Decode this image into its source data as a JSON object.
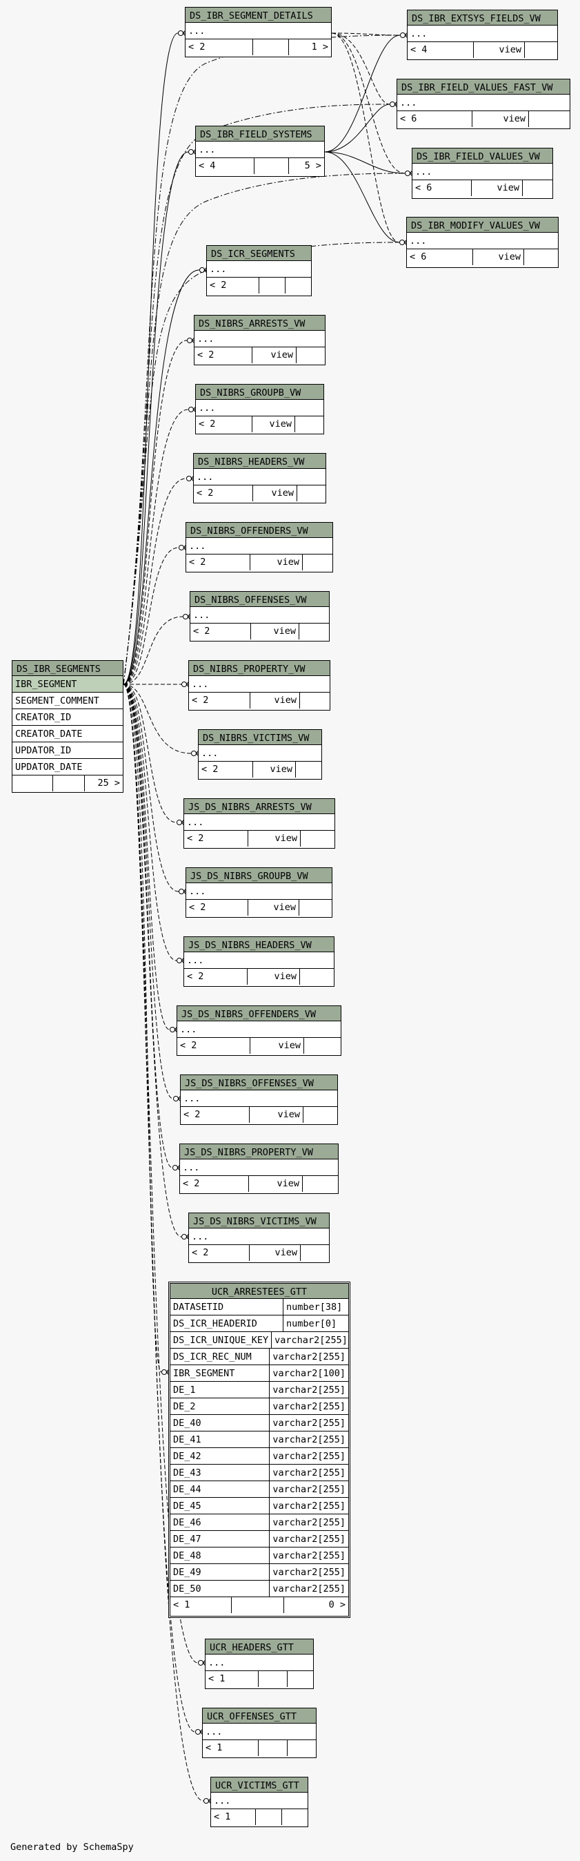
{
  "diagram": {
    "focus_table": {
      "name": "UCR_ARRESTEES_GTT",
      "columns": [
        {
          "name": "DATASETID",
          "type": "number[38]"
        },
        {
          "name": "DS_ICR_HEADERID",
          "type": "number[0]"
        },
        {
          "name": "DS_ICR_UNIQUE_KEY",
          "type": "varchar2[255]"
        },
        {
          "name": "DS_ICR_REC_NUM",
          "type": "varchar2[255]"
        },
        {
          "name": "IBR_SEGMENT",
          "type": "varchar2[100]"
        },
        {
          "name": "DE_1",
          "type": "varchar2[255]"
        },
        {
          "name": "DE_2",
          "type": "varchar2[255]"
        },
        {
          "name": "DE_40",
          "type": "varchar2[255]"
        },
        {
          "name": "DE_41",
          "type": "varchar2[255]"
        },
        {
          "name": "DE_42",
          "type": "varchar2[255]"
        },
        {
          "name": "DE_43",
          "type": "varchar2[255]"
        },
        {
          "name": "DE_44",
          "type": "varchar2[255]"
        },
        {
          "name": "DE_45",
          "type": "varchar2[255]"
        },
        {
          "name": "DE_46",
          "type": "varchar2[255]"
        },
        {
          "name": "DE_47",
          "type": "varchar2[255]"
        },
        {
          "name": "DE_48",
          "type": "varchar2[255]"
        },
        {
          "name": "DE_49",
          "type": "varchar2[255]"
        },
        {
          "name": "DE_50",
          "type": "varchar2[255]"
        }
      ],
      "footer": [
        "< 1",
        "",
        "0 >"
      ]
    },
    "segments_table": {
      "name": "DS_IBR_SEGMENTS",
      "columns": [
        "IBR_SEGMENT",
        "SEGMENT_COMMENT",
        "CREATOR_ID",
        "CREATOR_DATE",
        "UPDATOR_ID",
        "UPDATOR_DATE"
      ],
      "footer": [
        "",
        "",
        "25 >"
      ]
    },
    "tables": [
      {
        "name": "DS_IBR_SEGMENT_DETAILS",
        "row": "...",
        "footer": [
          "< 2",
          "",
          "1 >"
        ]
      },
      {
        "name": "DS_IBR_EXTSYS_FIELDS_VW",
        "row": "...",
        "footer": [
          "< 4",
          "view",
          ""
        ]
      },
      {
        "name": "DS_IBR_FIELD_VALUES_FAST_VW",
        "row": "...",
        "footer": [
          "< 6",
          "view",
          ""
        ]
      },
      {
        "name": "DS_IBR_FIELD_SYSTEMS",
        "row": "...",
        "footer": [
          "< 4",
          "",
          "5 >"
        ]
      },
      {
        "name": "DS_IBR_FIELD_VALUES_VW",
        "row": "...",
        "footer": [
          "< 6",
          "view",
          ""
        ]
      },
      {
        "name": "DS_IBR_MODIFY_VALUES_VW",
        "row": "...",
        "footer": [
          "< 6",
          "view",
          ""
        ]
      },
      {
        "name": "DS_ICR_SEGMENTS",
        "row": "...",
        "footer": [
          "< 2",
          "",
          ""
        ]
      },
      {
        "name": "DS_NIBRS_ARRESTS_VW",
        "row": "...",
        "footer": [
          "< 2",
          "view",
          ""
        ]
      },
      {
        "name": "DS_NIBRS_GROUPB_VW",
        "row": "...",
        "footer": [
          "< 2",
          "view",
          ""
        ]
      },
      {
        "name": "DS_NIBRS_HEADERS_VW",
        "row": "...",
        "footer": [
          "< 2",
          "view",
          ""
        ]
      },
      {
        "name": "DS_NIBRS_OFFENDERS_VW",
        "row": "...",
        "footer": [
          "< 2",
          "view",
          ""
        ]
      },
      {
        "name": "DS_NIBRS_OFFENSES_VW",
        "row": "...",
        "footer": [
          "< 2",
          "view",
          ""
        ]
      },
      {
        "name": "DS_NIBRS_PROPERTY_VW",
        "row": "...",
        "footer": [
          "< 2",
          "view",
          ""
        ]
      },
      {
        "name": "DS_NIBRS_VICTIMS_VW",
        "row": "...",
        "footer": [
          "< 2",
          "view",
          ""
        ]
      },
      {
        "name": "JS_DS_NIBRS_ARRESTS_VW",
        "row": "...",
        "footer": [
          "< 2",
          "view",
          ""
        ]
      },
      {
        "name": "JS_DS_NIBRS_GROUPB_VW",
        "row": "...",
        "footer": [
          "< 2",
          "view",
          ""
        ]
      },
      {
        "name": "JS_DS_NIBRS_HEADERS_VW",
        "row": "...",
        "footer": [
          "< 2",
          "view",
          ""
        ]
      },
      {
        "name": "JS_DS_NIBRS_OFFENDERS_VW",
        "row": "...",
        "footer": [
          "< 2",
          "view",
          ""
        ]
      },
      {
        "name": "JS_DS_NIBRS_OFFENSES_VW",
        "row": "...",
        "footer": [
          "< 2",
          "view",
          ""
        ]
      },
      {
        "name": "JS_DS_NIBRS_PROPERTY_VW",
        "row": "...",
        "footer": [
          "< 2",
          "view",
          ""
        ]
      },
      {
        "name": "JS_DS_NIBRS_VICTIMS_VW",
        "row": "...",
        "footer": [
          "< 2",
          "view",
          ""
        ]
      },
      {
        "name": "UCR_HEADERS_GTT",
        "row": "...",
        "footer": [
          "< 1",
          "",
          ""
        ]
      },
      {
        "name": "UCR_OFFENSES_GTT",
        "row": "...",
        "footer": [
          "< 1",
          "",
          ""
        ]
      },
      {
        "name": "UCR_VICTIMS_GTT",
        "row": "...",
        "footer": [
          "< 1",
          "",
          ""
        ]
      }
    ],
    "generated_by": "Generated by SchemaSpy"
  }
}
